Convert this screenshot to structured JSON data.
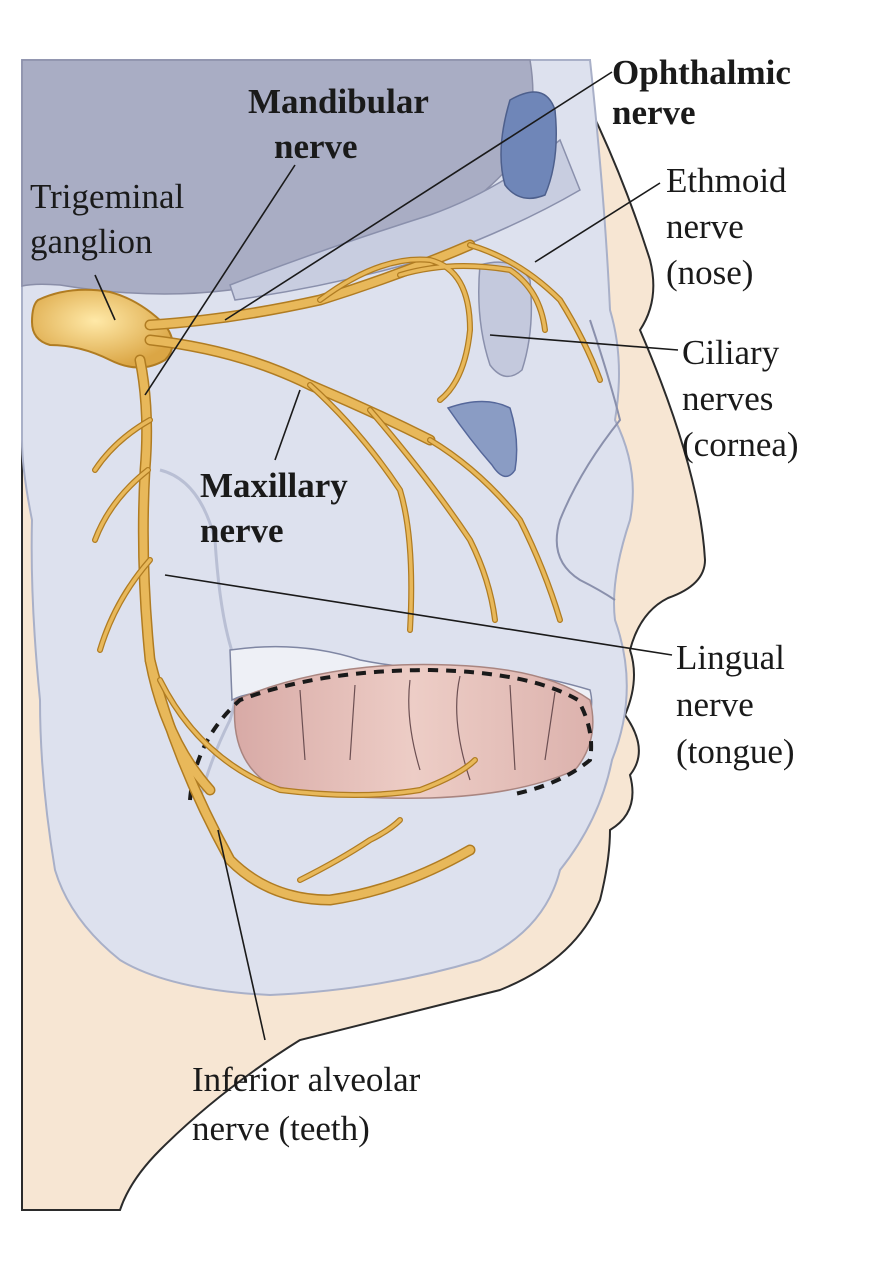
{
  "labels": {
    "ophthalmic": [
      "Ophthalmic",
      "nerve"
    ],
    "mandibular": [
      "Mandibular",
      "nerve"
    ],
    "trigeminal": [
      "Trigeminal",
      "ganglion"
    ],
    "ethmoid": [
      "Ethmoid",
      "nerve",
      "(nose)"
    ],
    "ciliary": [
      "Ciliary",
      "nerves",
      "(cornea)"
    ],
    "maxillary": [
      "Maxillary",
      "nerve"
    ],
    "lingual": [
      "Lingual",
      "nerve",
      "(tongue)"
    ],
    "inferior_alveolar": [
      "Inferior alveolar",
      "nerve (teeth)"
    ]
  },
  "colors": {
    "nerve": "#e8b85a",
    "nerve_outline": "#b07c22",
    "skin": "#f7e6d3",
    "bone": "#dde1ee",
    "cranium": "#a9adc4",
    "sinus": "#6f86b8",
    "tongue": "#e8c3be"
  }
}
